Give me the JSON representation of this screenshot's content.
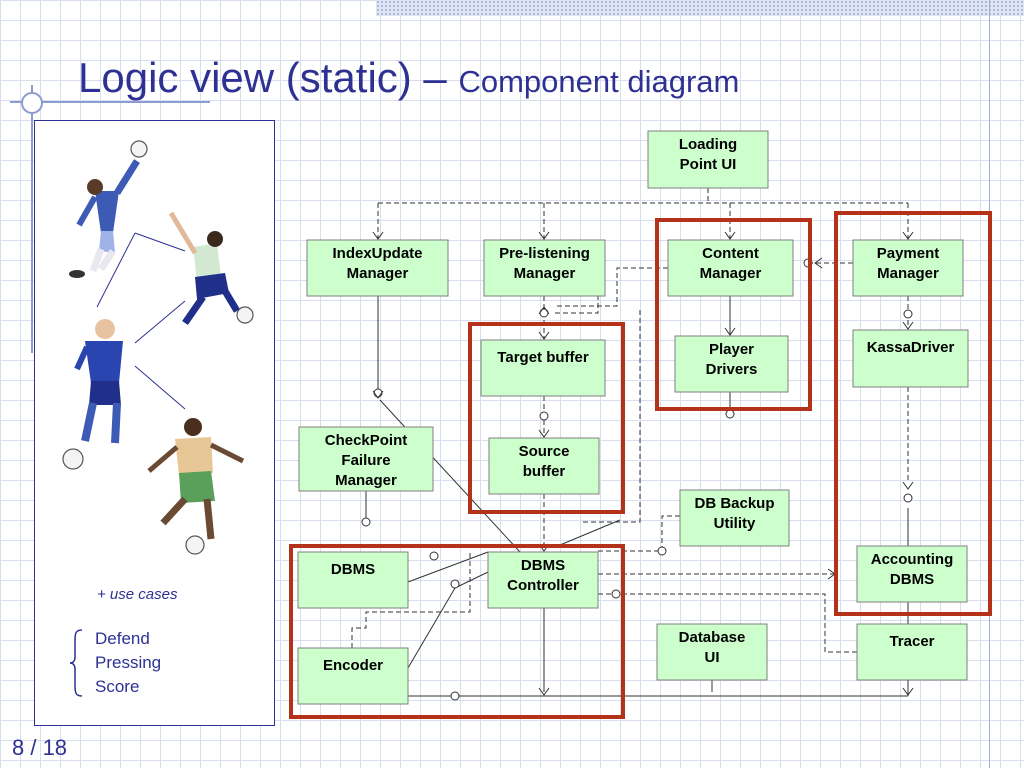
{
  "slide": {
    "title_main": "Logic view (static) – ",
    "title_sub": "Component diagram",
    "use_cases": "+ use cases",
    "phases": [
      "Defend",
      "Pressing",
      "Score"
    ],
    "page_number": "8 / 18"
  },
  "components": [
    {
      "id": "loading-point-ui",
      "lines": [
        "Loading",
        "Point UI"
      ]
    },
    {
      "id": "indexupdate-manager",
      "lines": [
        "IndexUpdate",
        "Manager"
      ]
    },
    {
      "id": "pre-listening-manager",
      "lines": [
        "Pre-listening",
        "Manager"
      ]
    },
    {
      "id": "content-manager",
      "lines": [
        "Content",
        "Manager"
      ]
    },
    {
      "id": "payment-manager",
      "lines": [
        "Payment",
        "Manager"
      ]
    },
    {
      "id": "target-buffer",
      "lines": [
        "Target buffer"
      ]
    },
    {
      "id": "player-drivers",
      "lines": [
        "Player",
        "Drivers"
      ]
    },
    {
      "id": "kassadriver",
      "lines": [
        "KassaDriver"
      ]
    },
    {
      "id": "source-buffer",
      "lines": [
        "Source",
        "buffer"
      ]
    },
    {
      "id": "checkpoint-failure-manager",
      "lines": [
        "CheckPoint",
        "Failure",
        "Manager"
      ]
    },
    {
      "id": "db-backup-utility",
      "lines": [
        "DB Backup",
        "Utility"
      ]
    },
    {
      "id": "dbms",
      "lines": [
        "DBMS"
      ]
    },
    {
      "id": "dbms-controller",
      "lines": [
        "DBMS",
        "Controller"
      ]
    },
    {
      "id": "accounting-dbms",
      "lines": [
        "Accounting",
        "DBMS"
      ]
    },
    {
      "id": "database-ui",
      "lines": [
        "Database",
        "UI"
      ]
    },
    {
      "id": "tracer",
      "lines": [
        "Tracer"
      ]
    },
    {
      "id": "encoder",
      "lines": [
        "Encoder"
      ]
    }
  ],
  "colors": {
    "title": "#2e3192",
    "component_fill": "#ccffcc",
    "component_border": "#7f7f7f",
    "highlight": "#b5321a",
    "connector": "#333333"
  },
  "icons": [
    "goalkeeper-figure",
    "kicking-player-figure",
    "running-player-figure",
    "dribbling-player-figure",
    "soccer-ball-icon"
  ]
}
